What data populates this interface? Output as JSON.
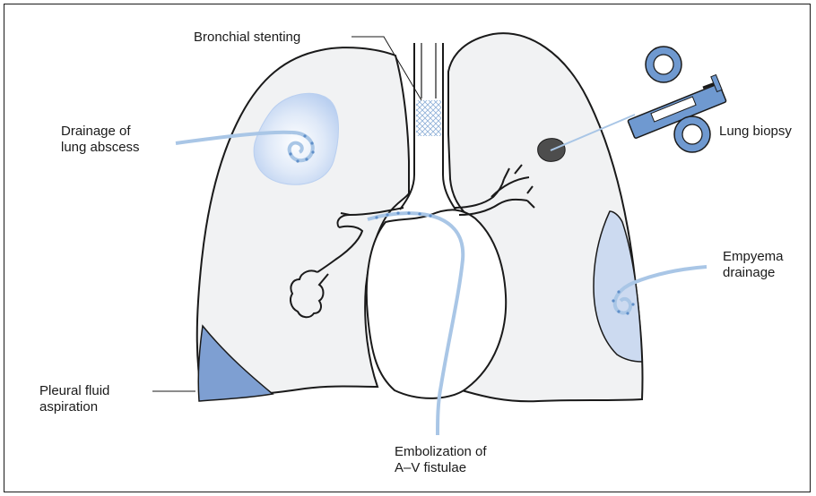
{
  "labels": {
    "bronchial_stenting": "Bronchial stenting",
    "drainage_abscess": [
      "Drainage of",
      "lung abscess"
    ],
    "lung_biopsy": "Lung biopsy",
    "empyema_drainage": [
      "Empyema",
      "drainage"
    ],
    "pleural_fluid": [
      "Pleural fluid",
      "aspiration"
    ],
    "embolization": [
      "Embolization of",
      "A–V fistulae"
    ]
  },
  "colors": {
    "lung_fill": "#f1f2f3",
    "outline": "#1a1a1a",
    "tube": "#a9c6e6",
    "abscess": "#c9dcf3",
    "empyema": "#ccdaf0",
    "pleural_fluid": "#7e9fd2",
    "tumor": "#4d4d4d"
  }
}
